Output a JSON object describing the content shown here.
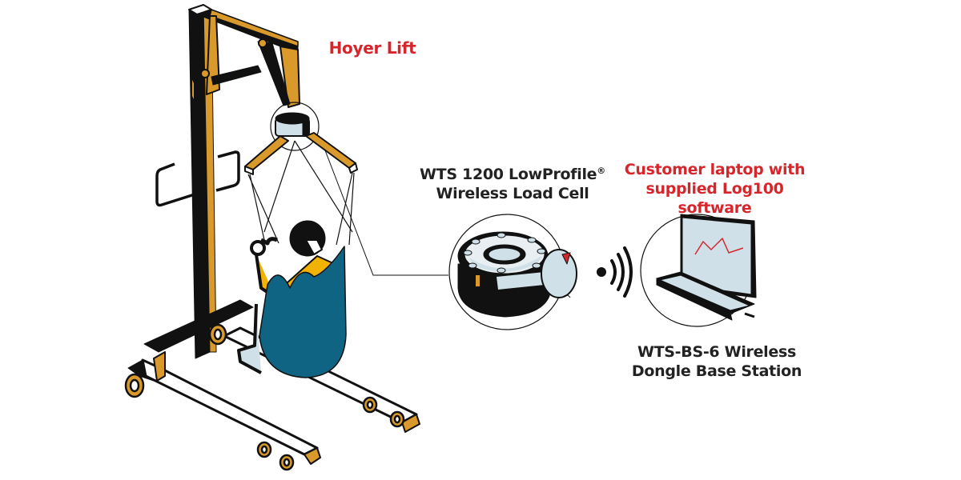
{
  "diagram": {
    "title": "Hoyer Lift wireless load monitoring setup",
    "colors": {
      "accent_red": "#d7262b",
      "frame_orange": "#d99a2b",
      "sling_blue": "#0f6483",
      "light_blue": "#cfe0e8",
      "outline": "#111111"
    },
    "nodes": [
      {
        "id": "hoyer-lift",
        "label": "Hoyer Lift",
        "icon": "hoyer-lift-illustration",
        "label_color": "red"
      },
      {
        "id": "load-cell",
        "label_line1": "WTS 1200 LowProfile",
        "trademark": "®",
        "label_line2": "Wireless Load Cell",
        "icon": "load-cell-illustration",
        "label_color": "dark"
      },
      {
        "id": "laptop",
        "label_line1": "Customer laptop with",
        "label_line2": "supplied Log100 software",
        "icon": "laptop-illustration",
        "label_color": "red"
      },
      {
        "id": "dongle",
        "label_line1": "WTS-BS-6 Wireless",
        "label_line2": "Dongle Base Station",
        "icon": "dongle-illustration",
        "label_color": "dark"
      }
    ],
    "connections": [
      {
        "from": "hoyer-lift",
        "to": "load-cell",
        "type": "callout-line"
      },
      {
        "from": "load-cell",
        "to": "laptop",
        "type": "wireless",
        "icon": "wireless-signal-icon"
      }
    ]
  }
}
